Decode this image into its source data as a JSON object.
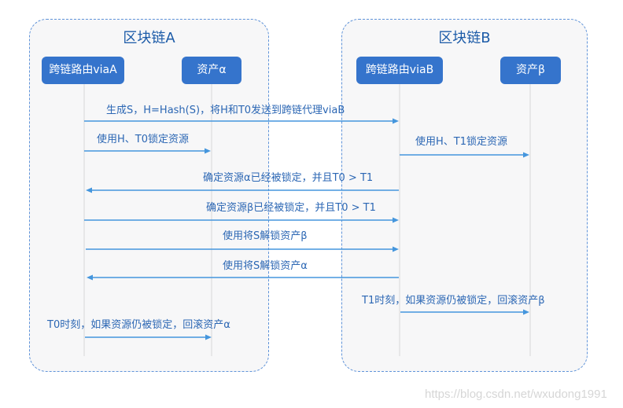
{
  "diagram": {
    "type": "sequence",
    "chains": [
      {
        "title": "区块链A",
        "participants": [
          {
            "label": "跨链路由viaA"
          },
          {
            "label": "资产α"
          }
        ]
      },
      {
        "title": "区块链B",
        "participants": [
          {
            "label": "跨链路由viaB"
          },
          {
            "label": "资产β"
          }
        ]
      }
    ],
    "messages": [
      {
        "label": "生成S，H=Hash(S)，将H和T0发送到跨链代理viaB",
        "from": "跨链路由viaA",
        "to": "跨链路由viaB"
      },
      {
        "label": "使用H、T0锁定资源",
        "from": "跨链路由viaA",
        "to": "资产α"
      },
      {
        "label": "使用H、T1锁定资源",
        "from": "跨链路由viaB",
        "to": "资产β"
      },
      {
        "label": "确定资源α已经被锁定，并且T0 > T1",
        "from": "跨链路由viaB",
        "to": "跨链路由viaA"
      },
      {
        "label": "确定资源β已经被锁定，并且T0 > T1",
        "from": "跨链路由viaA",
        "to": "跨链路由viaB"
      },
      {
        "label": "使用将S解锁资产β",
        "from": "跨链路由viaA",
        "to": "跨链路由viaB"
      },
      {
        "label": "使用将S解锁资产α",
        "from": "跨链路由viaB",
        "to": "跨链路由viaA"
      },
      {
        "label": "T1时刻，如果资源仍被锁定，回滚资产β",
        "from": "跨链路由viaB",
        "to": "资产β"
      },
      {
        "label": "T0时刻，如果资源仍被锁定，回滚资产α",
        "from": "跨链路由viaA",
        "to": "资产α"
      }
    ]
  },
  "watermark": "https://blog.csdn.net/wxudong1991",
  "colors": {
    "node_fill": "#3574cc",
    "box_border": "#5f93d9",
    "box_fill": "#f7f7f8",
    "arrow": "#4596dd",
    "message_text": "#2c67b4",
    "title_text": "#1c5ba8",
    "lifeline": "#e2e2e2"
  }
}
